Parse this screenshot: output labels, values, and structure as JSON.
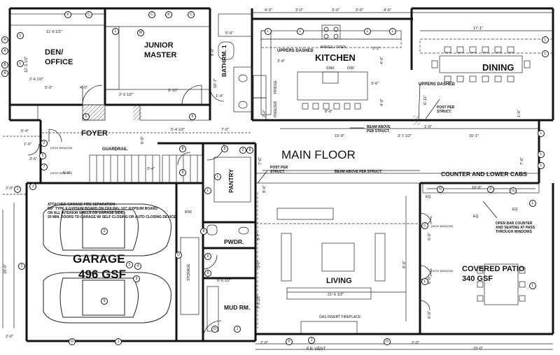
{
  "rooms": {
    "den": "DEN/",
    "den2": "OFFICE",
    "junior": "JUNIOR",
    "master": "MASTER",
    "bath": "BATHRM. 1",
    "kitchen": "KITCHEN",
    "dining": "DINING",
    "foyer": "FOYER",
    "main_floor": "MAIN FLOOR",
    "pantry": "PANTRY",
    "powder": "PWDR.",
    "garage": "GARAGE",
    "garage_area": "496 GSF",
    "living": "LIVING",
    "mud": "MUD RM.",
    "patio": "COVERED PATIO",
    "patio_area": "340 GSF",
    "counter": "COUNTER AND LOWER CABS"
  },
  "notes": {
    "range": "RANGE / OVEN",
    "uppers_kitchen": "UPPERS DASHED",
    "uppers_dining": "UPPERS DASHED",
    "sink": "SINK",
    "dw": "D/W",
    "fridge": "FRIDGE",
    "freezer": "FREEZER",
    "beam_kitchen": "BEAM ABOVE",
    "beam_kitchen2": "PER STRUCT.",
    "post_right": "POST PER",
    "post_right2": "STRUCT.",
    "guardrail": "GUARDRAIL",
    "post_left": "POST PER",
    "post_left2": "STRUCT.",
    "beam_main": "BEAM ABOVE PER STRUCT.",
    "garage_note1": "ATTACHED GARAGE FIRE SEPARATION:",
    "garage_note2": "5/8\" TYPE X GYPSUM BOARD ON CEILING; 1/2\" GYPSUM BOARD",
    "garage_note3": "ON ALL INTERIOR WALLS ON GARAGE SIDE;",
    "garage_note4": "20 MIN. DOORS TO GARAGE W/ SELF CLOSING OR AUTO CLOSING DEVICE",
    "bar_note1": "OPEN BAR COUNTER",
    "bar_note2": "AND SEATING AT PASS",
    "bar_note3": "THROUGH WINDOWS",
    "storage": "STORAGE",
    "rw": "R/W",
    "fireplace": "GAS INSERT FIREPLACE",
    "fp_vent": "F.P. VENT",
    "eq1": "EQ.",
    "eq2": "EQ.",
    "eq3": "EQ.",
    "w1": "(HIGH WINDOW)",
    "w2": "(HIGH WINDOW)",
    "w3": "(HIGH WINDOW)",
    "w4": "(HIGH WINDOW)"
  },
  "dims": {
    "den_w": "11'-6 1/2\"",
    "den_h": "12'-3 1/2\"",
    "den_a": "2'-6 1/2\"",
    "den_b": "5'-0\"",
    "den_c": "4'-0\"",
    "jm_w": "9'-10\"",
    "jm_a": "2'-3 1/2\"",
    "jm_b": "8'-0\"",
    "bath_a": "5'-0\"",
    "bath_b": "10'-7\"",
    "bath_c": "1'-4\"",
    "top_1": "4'-6\"",
    "top_2": "3'-0\"",
    "top_3": "3'-0\"",
    "top_4": "3'-0\"",
    "top_5": "4'-6\"",
    "top_6": "17'-1\"",
    "k_1": "3'-4\"",
    "k_2": "2'-2\"",
    "k_3": "4'-0\"",
    "k_4": "3'-6\"",
    "k_5": "4'-0\"",
    "k_6": "8'-8\"",
    "k_7": "2'-2\"",
    "k_8": "6'-11\"",
    "kitchen_run": "15'-8\"",
    "k_9": "3'-7 1/2\"",
    "k_10": "1'-0\"",
    "dining_run": "15'-1\"",
    "d_1": "1'-6\"",
    "foyer_1": "5'-4 1/2\"",
    "foyer_2": "7'-0\"",
    "f_1": "5'-4\"",
    "f_2": "1'-0\"",
    "f_3": "3'-6\"",
    "f_4": "3'-4\"",
    "f_5": "5'-0\"",
    "f_6": "6'-0\"",
    "v_1": "7'-6\"",
    "v_2": "7'-6\"",
    "v_3": "8'-6\"",
    "bar_w": "10'-0\"",
    "liv_1": "3'-7\"",
    "liv_2": "3'-6\"",
    "liv_3": "8'-0\"",
    "liv_4": "7'-5 1/2\"",
    "living_w": "21'-6 1/2\"",
    "mud_w": "6'-6 1/2\"",
    "pat_1": "6'-0\"",
    "pat_2": "6'-0\"",
    "pat_3": "6'-0\"",
    "g_top": "2'-0\"",
    "g_side": "18'-0\"",
    "g_bot": "2'-0\"",
    "bot_1": "2'-0\"",
    "bot_2": "2'-0\"",
    "bot_3": "15'-0\""
  },
  "tags": {
    "t1": "K",
    "t2": "C",
    "t3": "L",
    "t4": "L",
    "t5": "C",
    "t6": "K",
    "t7": "C",
    "t8": "L",
    "t9": "M",
    "t10": "L",
    "t11": "L",
    "t12": "L",
    "t13": "L",
    "t14": "A",
    "t15": "A",
    "t16": "B",
    "t17": "A",
    "t18": "L",
    "t19": "L",
    "t20": "6",
    "t21": "6",
    "t22": "8",
    "t23": "8",
    "t24": "8",
    "t25": "2",
    "t26": "8",
    "t27": "2",
    "t28": "5",
    "t29": "7",
    "t30": "8",
    "t31": "6",
    "t32": "8",
    "t33": "5",
    "t34": "9",
    "t35": "9",
    "t36": "4",
    "t37": "3",
    "t38": "2",
    "t39": "1",
    "t40": "J",
    "t41": "O",
    "t42": "J",
    "t43": "O",
    "t44": "P",
    "t45": "N",
    "t46": "G",
    "t47": "L",
    "t48": "L",
    "t49": "L",
    "t50": "C",
    "t51": "L",
    "t52": "P",
    "t53": "O",
    "t54": "J",
    "t55": "O",
    "t56": "J",
    "t57": "L",
    "t58": "L",
    "t59": "L",
    "t60": "L"
  }
}
